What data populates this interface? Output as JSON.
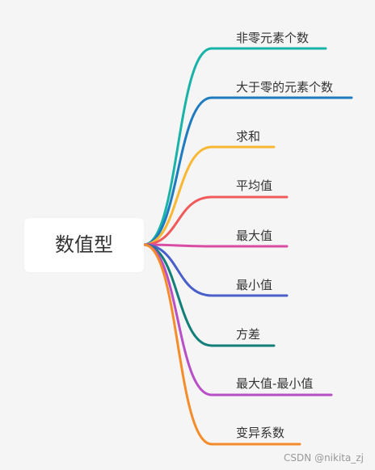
{
  "root": {
    "label": "数值型"
  },
  "branches": [
    {
      "label": "非零元素个数",
      "color": "#19b3a8"
    },
    {
      "label": "大于零的元素个数",
      "color": "#1e7bc0"
    },
    {
      "label": "求和",
      "color": "#f8b833"
    },
    {
      "label": "平均值",
      "color": "#f15a5a"
    },
    {
      "label": "最大值",
      "color": "#d94ca4"
    },
    {
      "label": "最小值",
      "color": "#4a5fc9"
    },
    {
      "label": "方差",
      "color": "#127f78"
    },
    {
      "label": "最大值-最小值",
      "color": "#b84fc6"
    },
    {
      "label": "变异系数",
      "color": "#f58c2a"
    }
  ],
  "watermark": "CSDN @nikita_zj"
}
